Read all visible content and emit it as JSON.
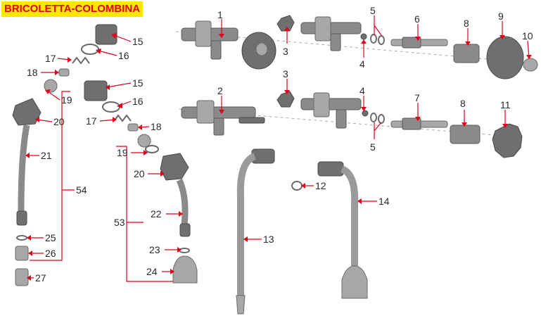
{
  "title": "BRICOLETTA-COLOMBINA",
  "callouts": [
    "1",
    "2",
    "3",
    "3",
    "4",
    "4",
    "5",
    "5",
    "6",
    "7",
    "8",
    "8",
    "9",
    "10",
    "11",
    "12",
    "13",
    "14",
    "15",
    "15",
    "16",
    "16",
    "17",
    "17",
    "18",
    "18",
    "19",
    "19",
    "20",
    "20",
    "21",
    "22",
    "23",
    "24",
    "25",
    "26",
    "27",
    "53",
    "54"
  ],
  "colors": {
    "leader": "#e2001a",
    "title_bg": "#ffe600",
    "title_text": "#e2001a",
    "part": "#8a8a8a"
  }
}
